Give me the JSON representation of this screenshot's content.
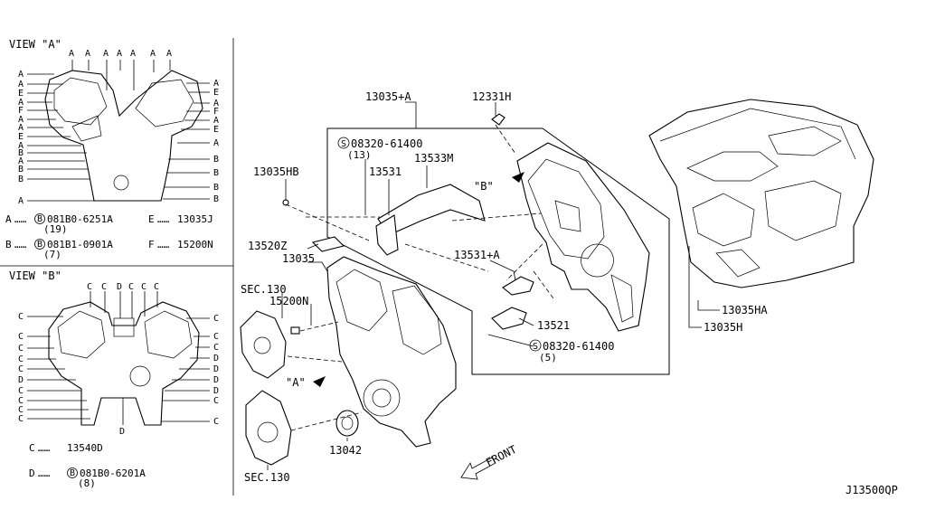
{
  "view_a": {
    "title": "VIEW \"A\"",
    "top_letters": [
      "A",
      "A",
      "A",
      "A",
      "A",
      "A",
      "A"
    ],
    "left_letters": [
      "A",
      "A",
      "E",
      "A",
      "F",
      "A",
      "A",
      "E",
      "A",
      "B",
      "A",
      "B",
      "B",
      "A"
    ],
    "right_letters": [
      "A",
      "E",
      "A",
      "F",
      "A",
      "E",
      "A",
      "B",
      "B",
      "B",
      "B"
    ],
    "legend": [
      {
        "key": "A",
        "dots": "……",
        "code": "081B0-6251A",
        "qty": "(19)"
      },
      {
        "key": "B",
        "dots": "……",
        "code": "081B1-0901A",
        "qty": "(7)"
      },
      {
        "key": "E",
        "dots": "……",
        "code": "13035J",
        "qty": ""
      },
      {
        "key": "F",
        "dots": "……",
        "code": "15200N",
        "qty": ""
      }
    ]
  },
  "view_b": {
    "title": "VIEW \"B\"",
    "top_letters": [
      "C",
      "C",
      "D",
      "C",
      "C",
      "C"
    ],
    "left_letters": [
      "C",
      "C",
      "C",
      "C",
      "C",
      "D",
      "C",
      "C",
      "C",
      "C"
    ],
    "right_letters": [
      "C",
      "C",
      "C",
      "D",
      "D",
      "D",
      "D",
      "C",
      "C"
    ],
    "bottom_letter": "D",
    "legend": [
      {
        "key": "C",
        "dots": "……",
        "code": "13540D",
        "qty": ""
      },
      {
        "key": "D",
        "dots": "……",
        "code": "081B0-6201A",
        "qty": "(8)"
      }
    ]
  },
  "callouts": {
    "p13035a": "13035+A",
    "p12331h": "12331H",
    "p08320_13": "08320-61400",
    "q13": "(13)",
    "p13531": "13531",
    "p13533m": "13533M",
    "view_b_ref": "\"B\"",
    "p13035hb": "13035HB",
    "p13520z": "13520Z",
    "p13035": "13035",
    "sec130_top": "SEC.130",
    "p15200n": "15200N",
    "p13531a": "13531+A",
    "p13521": "13521",
    "p08320_5": "08320-61400",
    "q5": "(5)",
    "view_a_ref": "\"A\"",
    "p13042": "13042",
    "sec130_bottom": "SEC.130",
    "front": "FRONT",
    "p13035ha": "13035HA",
    "p13035h": "13035H",
    "circ_s": "S",
    "circ_b": "B"
  },
  "diagram_code": "J13500QP"
}
